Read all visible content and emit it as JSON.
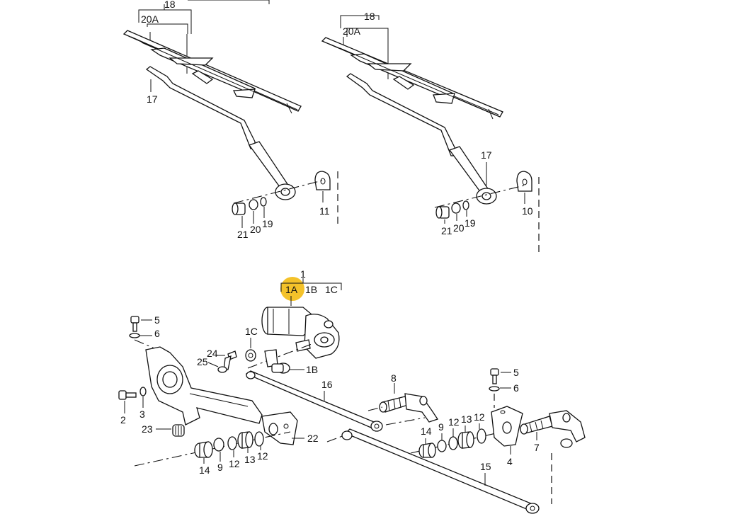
{
  "callouts": {
    "top_left": {
      "l18": "18",
      "l20a": "20A",
      "l17": "17",
      "l11": "11",
      "l21": "21",
      "l20": "20",
      "l19": "19"
    },
    "top_right": {
      "l18": "18",
      "l20a": "20A",
      "l17": "17",
      "l10": "10",
      "l21": "21",
      "l20": "20",
      "l19": "19"
    },
    "motor": {
      "l1": "1",
      "l1a": "1A",
      "l1b": "1B",
      "l1c": "1C",
      "l1c_part": "1C",
      "l1b_part": "1B"
    },
    "linkage": {
      "l5": "5",
      "l6": "6",
      "l24": "24",
      "l25": "25",
      "l2": "2",
      "l3": "3",
      "l23": "23",
      "l22": "22",
      "l16": "16",
      "l8": "8",
      "l14a": "14",
      "l9a": "9",
      "l12a": "12",
      "l13a": "13",
      "l12b": "12",
      "l14b": "14",
      "l9b": "9",
      "l12c": "12",
      "l13b": "13",
      "l12d": "12",
      "l5b": "5",
      "l6b": "6",
      "l4": "4",
      "l7": "7",
      "l15": "15"
    }
  },
  "highlight": {
    "target": "1A",
    "color": "#f2b705"
  }
}
